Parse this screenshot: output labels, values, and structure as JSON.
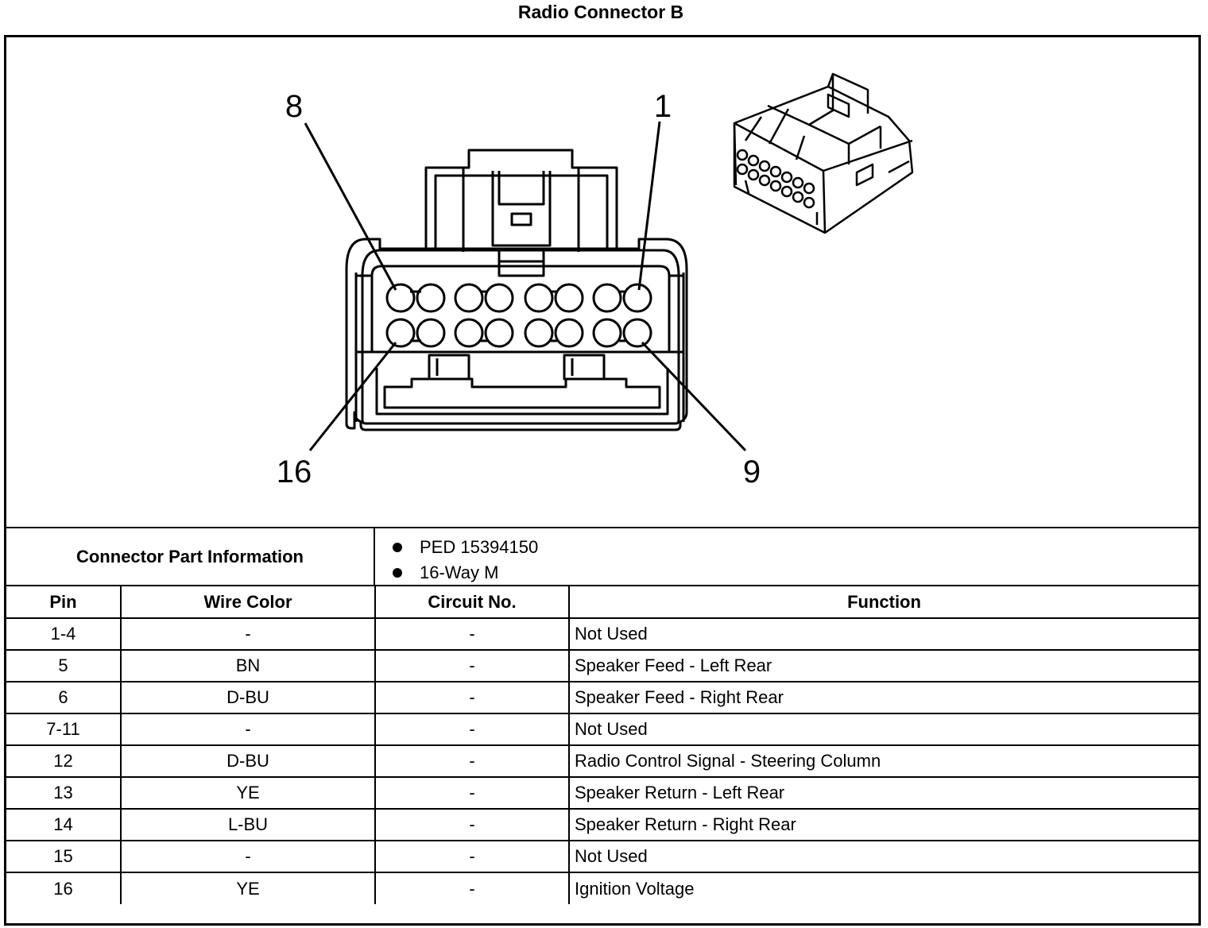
{
  "title": "Radio Connector B",
  "diagram": {
    "pin_labels": {
      "top_left": "8",
      "top_right": "1",
      "bottom_left": "16",
      "bottom_right": "9"
    }
  },
  "part_info": {
    "label": "Connector Part Information",
    "items": [
      "PED 15394150",
      "16-Way M"
    ]
  },
  "table": {
    "headers": {
      "pin": "Pin",
      "wire_color": "Wire Color",
      "circuit": "Circuit No.",
      "function": "Function"
    },
    "rows": [
      {
        "pin": "1-4",
        "wire_color": "-",
        "circuit": "-",
        "function": "Not Used"
      },
      {
        "pin": "5",
        "wire_color": "BN",
        "circuit": "-",
        "function": "Speaker Feed - Left Rear"
      },
      {
        "pin": "6",
        "wire_color": "D-BU",
        "circuit": "-",
        "function": "Speaker Feed - Right Rear"
      },
      {
        "pin": "7-11",
        "wire_color": "-",
        "circuit": "-",
        "function": "Not Used"
      },
      {
        "pin": "12",
        "wire_color": "D-BU",
        "circuit": "-",
        "function": "Radio Control Signal - Steering Column"
      },
      {
        "pin": "13",
        "wire_color": "YE",
        "circuit": "-",
        "function": "Speaker Return - Left Rear"
      },
      {
        "pin": "14",
        "wire_color": "L-BU",
        "circuit": "-",
        "function": "Speaker Return - Right Rear"
      },
      {
        "pin": "15",
        "wire_color": "-",
        "circuit": "-",
        "function": "Not Used"
      },
      {
        "pin": "16",
        "wire_color": "YE",
        "circuit": "-",
        "function": "Ignition Voltage"
      }
    ]
  }
}
